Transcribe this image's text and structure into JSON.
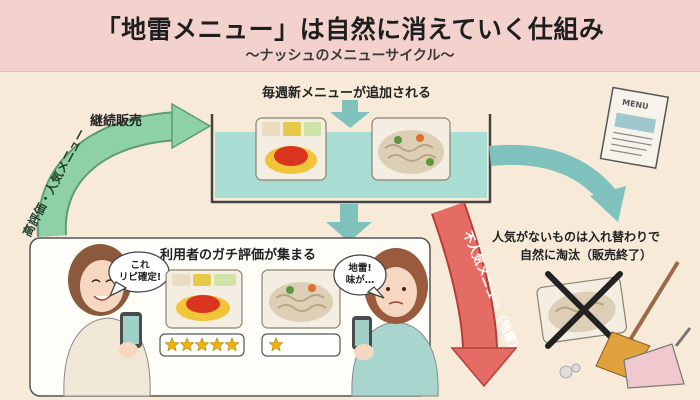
{
  "header": {
    "title": "「地雷メニュー」は自然に消えていく仕組み",
    "subtitle": "〜ナッシュのメニューサイクル〜"
  },
  "labels": {
    "weekly_new": "毎週新メニューが追加される",
    "continued_sales": "継続販売",
    "popular_arrow": "高評価・人気メニュー",
    "unpopular_arrow": "不人気メニュー（地雷）",
    "reviews_gather": "利用者のガチ評価が集まる",
    "replaced_line1": "人気がないものは入れ替わりで",
    "replaced_line2": "自然に淘汰（販売終了）",
    "menu_sign": "MENU"
  },
  "bubbles": {
    "left_line1": "これ",
    "left_line2": "リピ確定!",
    "right_line1": "地雷!",
    "right_line2": "味が…"
  },
  "ratings": {
    "good_stars": 5,
    "bad_stars": 1
  },
  "colors": {
    "header_bg": "#f3d2cd",
    "green_arrow": "#7fc49a",
    "red_arrow": "#e0605a",
    "water": "#a9dcd2",
    "teal_arrow": "#7fc2bd"
  }
}
